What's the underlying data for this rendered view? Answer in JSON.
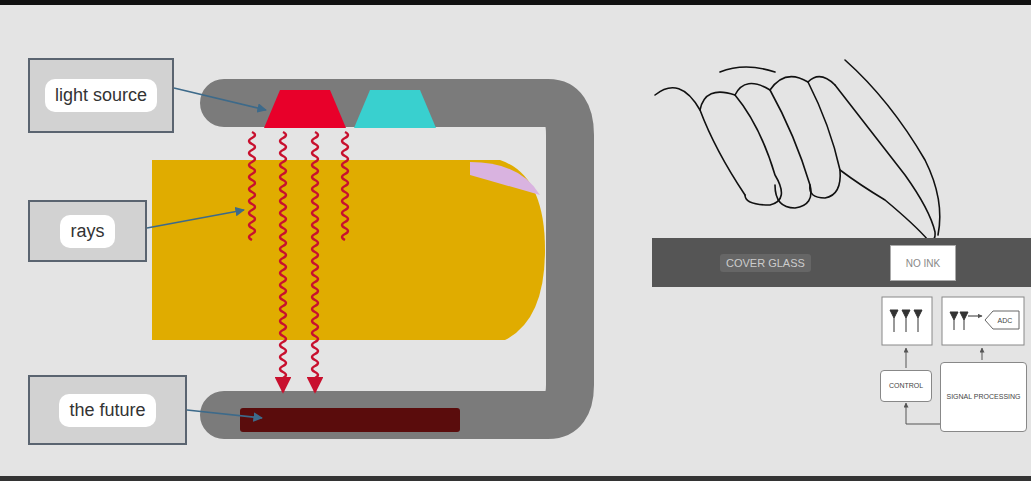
{
  "diagram": {
    "nodes": [
      {
        "text": [
          "light source"
        ]
      },
      {
        "text": [
          "rays"
        ]
      },
      {
        "text": [
          "the future"
        ]
      },
      {
        "text": [
          "COVER GLASS"
        ]
      },
      {
        "text": [
          "NO INK"
        ],
        "in": 3
      },
      {
        "text": [
          "ADC"
        ]
      },
      {
        "text": [
          "CONTROL"
        ]
      },
      {
        "text": [
          "SIGNAL PROCESSING"
        ]
      }
    ],
    "edges": [
      {
        "from": 7,
        "to": 6,
        "arrow": "to"
      }
    ]
  }
}
